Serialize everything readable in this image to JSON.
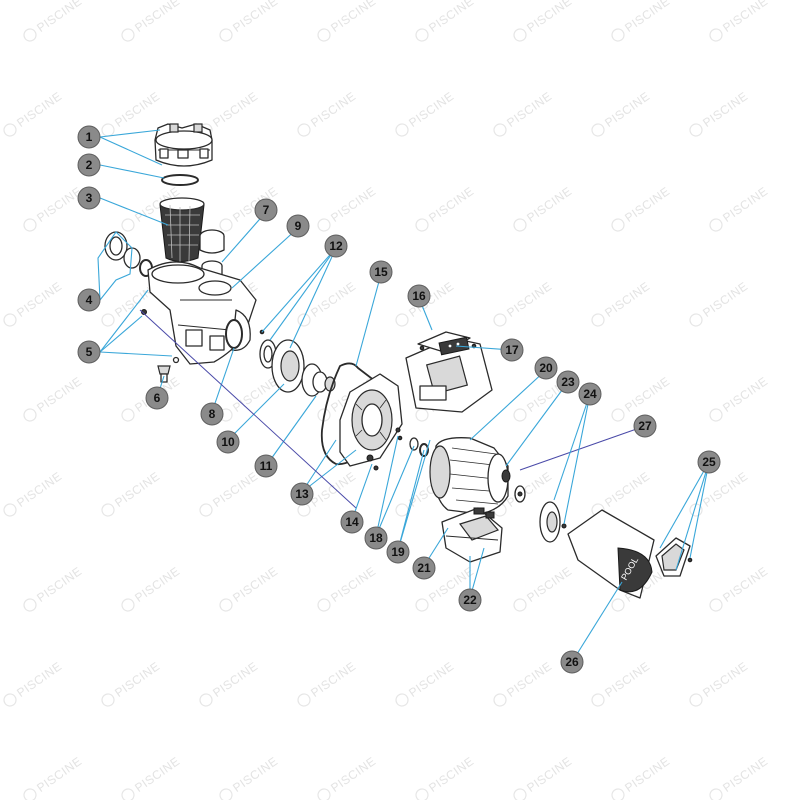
{
  "watermark": {
    "text": "PISCINE"
  },
  "callouts": [
    {
      "id": "1"
    },
    {
      "id": "2"
    },
    {
      "id": "3"
    },
    {
      "id": "4"
    },
    {
      "id": "5"
    },
    {
      "id": "6"
    },
    {
      "id": "7"
    },
    {
      "id": "8"
    },
    {
      "id": "9"
    },
    {
      "id": "10"
    },
    {
      "id": "11"
    },
    {
      "id": "12"
    },
    {
      "id": "13"
    },
    {
      "id": "14"
    },
    {
      "id": "15"
    },
    {
      "id": "16"
    },
    {
      "id": "17"
    },
    {
      "id": "18"
    },
    {
      "id": "19"
    },
    {
      "id": "20"
    },
    {
      "id": "21"
    },
    {
      "id": "22"
    },
    {
      "id": "23"
    },
    {
      "id": "24"
    },
    {
      "id": "25"
    },
    {
      "id": "26"
    },
    {
      "id": "27"
    }
  ],
  "cover_brand": "POOL",
  "colors": {
    "leader": "#3aa7d9",
    "leader_dark": "#4a4aa8",
    "callout_fill": "#8a8a8a",
    "line": "#2b2b2b"
  }
}
